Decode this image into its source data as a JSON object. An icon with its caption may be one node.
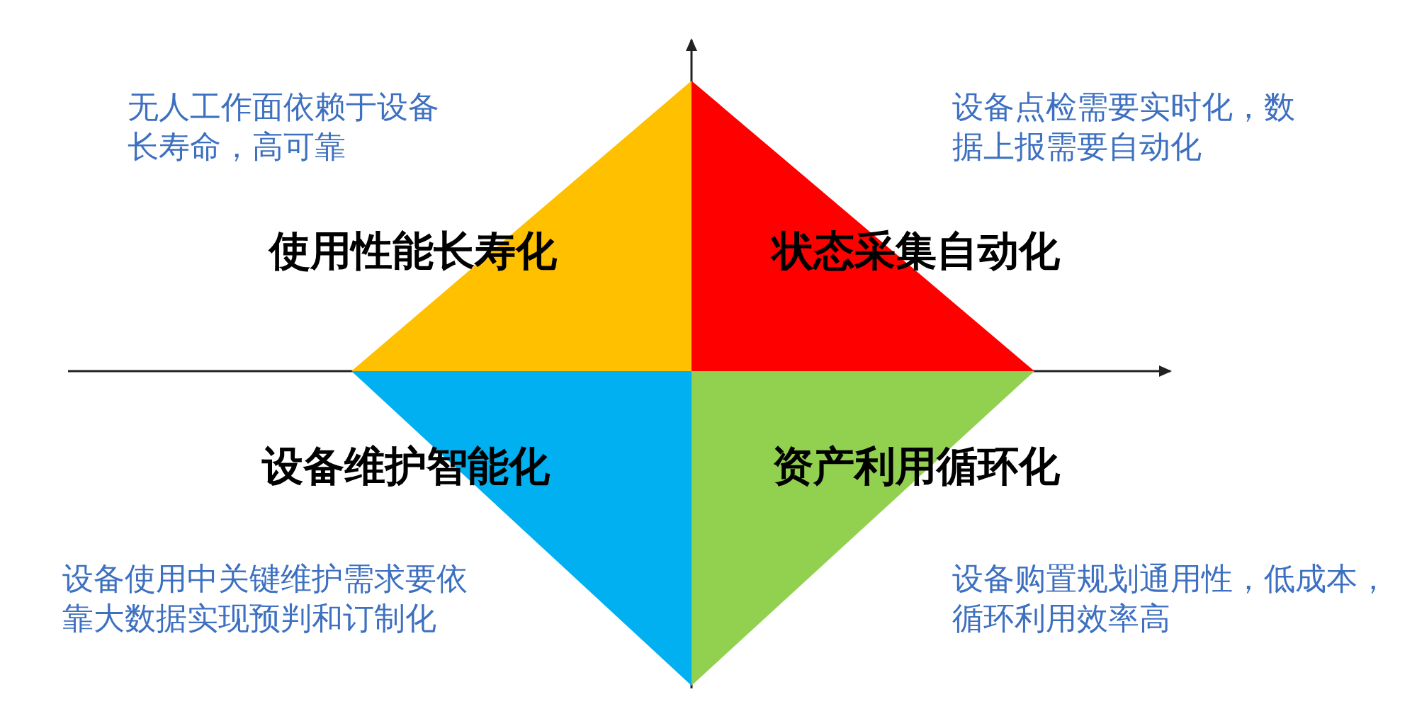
{
  "diagram": {
    "nodes": [
      {
        "text": [
          "使用性能长寿化"
        ],
        "beside": [
          "无人工作面依赖于设备长寿命，高可靠"
        ]
      },
      {
        "text": [
          "状态采集自动化"
        ],
        "beside": [
          "设备点检需要实时化，数据上报需要自动化"
        ]
      },
      {
        "text": [
          "设备维护智能化"
        ],
        "beside": [
          "设备使用中关键维护需求要依靠大数据实现预判和订制化"
        ]
      },
      {
        "text": [
          "资产利用循环化"
        ],
        "beside": [
          "设备购置规划通用性，低成本，循环利用效率高"
        ]
      }
    ],
    "edges": []
  }
}
